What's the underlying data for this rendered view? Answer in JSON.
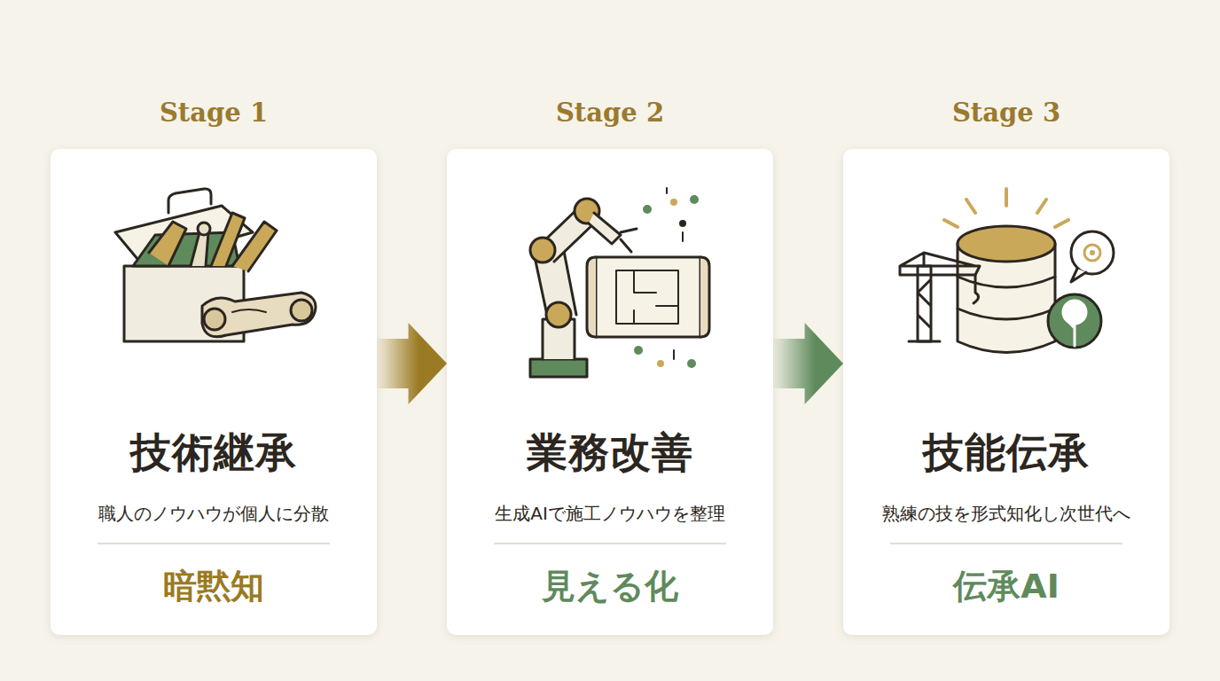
{
  "diagram": {
    "nodes": [
      {
        "text": [
          "Stage 1",
          "技術継承",
          "職人のノウハウが個人に分散",
          "暗黙知"
        ]
      },
      {
        "text": [
          "Stage 2",
          "業務改善",
          "生成AIで施工ノウハウを整理",
          "見える化"
        ]
      },
      {
        "text": [
          "Stage 3",
          "技能伝承",
          "熟練の技を形式知化し次世代へ",
          "伝承AI"
        ]
      }
    ],
    "edges": [
      {
        "from": 0,
        "to": 1,
        "arrow": "to"
      },
      {
        "from": 1,
        "to": 2,
        "arrow": "to"
      }
    ]
  }
}
